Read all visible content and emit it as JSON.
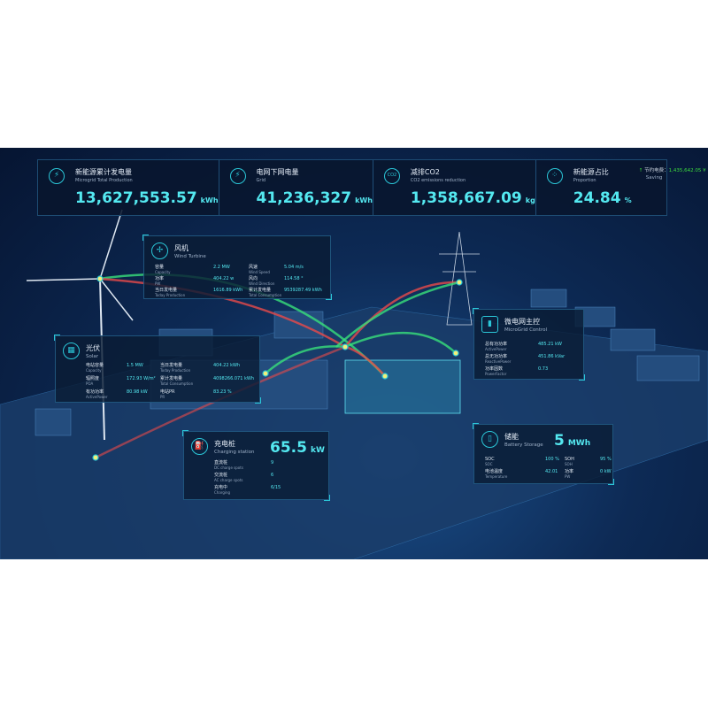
{
  "top": [
    {
      "icon": "lightning-icon",
      "cn": "新能源累计发电量",
      "en": "Microgrid Total Production",
      "value": "13,627,553.57",
      "unit": "kWh"
    },
    {
      "icon": "lightning-icon",
      "cn": "电网下网电量",
      "en": "Grid",
      "value": "41,236,327",
      "unit": "kWh"
    },
    {
      "icon": "co2-icon",
      "icon_text": "CO2",
      "cn": "减排CO2",
      "en": "CO2 emissions reduction",
      "value": "1,358,667.09",
      "unit": "kg"
    },
    {
      "icon": "nodes-icon",
      "cn": "新能源占比",
      "en": "Proportion",
      "value": "24.84",
      "unit": "%",
      "saving_label": "节约电费：",
      "saving_value": "1,435,642.05 ¥",
      "saving_en": "Saving"
    }
  ],
  "wind": {
    "cn": "风机",
    "en": "Wind Turbine",
    "rows": [
      {
        "cn": "容量",
        "en": "Capacity",
        "v": "2.2 MW"
      },
      {
        "cn": "风速",
        "en": "Wind Speed",
        "v": "5.04 m/s"
      },
      {
        "cn": "功率",
        "en": "PW",
        "v": "404.22 w"
      },
      {
        "cn": "风向",
        "en": "Wind Direction",
        "v": "114.58 °"
      },
      {
        "cn": "当日发电量",
        "en": "Today Production",
        "v": "1616.89 kWh"
      },
      {
        "cn": "累计发电量",
        "en": "Total Consumption",
        "v": "9539287.49 kWh"
      }
    ]
  },
  "solar": {
    "cn": "光伏",
    "en": "Solar",
    "rows": [
      {
        "cn": "电站容量",
        "en": "Capacity",
        "v": "1.5 MW"
      },
      {
        "cn": "当日发电量",
        "en": "Today Production",
        "v": "404.22 kWh"
      },
      {
        "cn": "辐照度",
        "en": "POA",
        "v": "172.93 W/m²"
      },
      {
        "cn": "累计发电量",
        "en": "Total Consumption",
        "v": "4098266.071 kWh"
      },
      {
        "cn": "有功功率",
        "en": "ActivePower",
        "v": "80.98 kW"
      },
      {
        "cn": "电站PR",
        "en": "PR",
        "v": "83.23 %"
      }
    ]
  },
  "microgrid": {
    "cn": "微电网主控",
    "en": "MicroGrid Control",
    "rows": [
      {
        "cn": "总有功功率",
        "en": "ActivePower",
        "v": "485.21 kW"
      },
      {
        "cn": "总无功功率",
        "en": "ReactivePower",
        "v": "451.86 kVar"
      },
      {
        "cn": "功率因数",
        "en": "PowerFactor",
        "v": "0.73"
      }
    ]
  },
  "battery": {
    "cn": "储能",
    "en": "Battery Storage",
    "value": "5",
    "unit": "MWh",
    "rows": [
      {
        "cn": "SOC",
        "en": "SOC",
        "v": "100 %"
      },
      {
        "cn": "SOH",
        "en": "SOH",
        "v": "95 %"
      },
      {
        "cn": "电池温度",
        "en": "Temperature",
        "v": "42.01"
      },
      {
        "cn": "功率",
        "en": "PW",
        "v": "0 kW"
      }
    ]
  },
  "charging": {
    "cn": "充电桩",
    "en": "Charging station",
    "value": "65.5",
    "unit": "kW",
    "rows": [
      {
        "cn": "直流桩",
        "en": "DC charge spots",
        "v": "9"
      },
      {
        "cn": "交流桩",
        "en": "AC charge spots",
        "v": "6"
      },
      {
        "cn": "充电中",
        "en": "Charging",
        "v": "6/15"
      }
    ]
  }
}
